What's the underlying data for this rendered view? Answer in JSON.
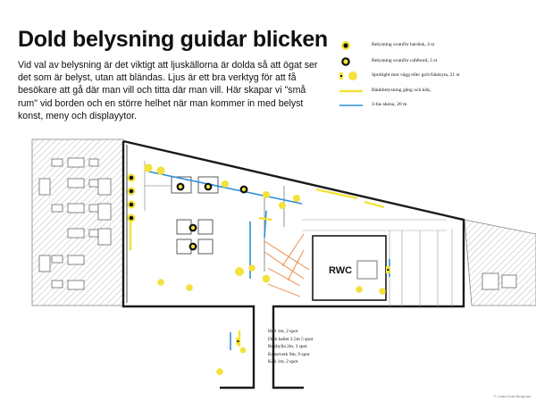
{
  "heading": {
    "title": "Dold belysning guidar blicken",
    "intro": "Vid val av belysning är det viktigt att ljuskällorna är dolda så att ögat ser det som är belyst, utan att bländas. Ljus är ett bra verktyg för att få besökare att gå där man vill och titta där man vill. Här skapar vi \"små rum\" vid borden och en större helhet när man kommer in med belyst konst, meny och displayytor."
  },
  "legend": {
    "items": [
      {
        "label": "Belysning ovanför bardisk, 4 st",
        "icon": "pendant-dark-dot"
      },
      {
        "label": "Belysning ovanför cafébord, 5 st",
        "icon": "pendant-yellow-ring"
      },
      {
        "label": "Spotlight mot vägg eller golv/bänkyta, 21 st",
        "icon": "spotlight-wedge"
      },
      {
        "label": "Bänkbelysning gång och kök,",
        "icon": "yellow-line"
      },
      {
        "label": "3-fas skena, 20 m",
        "icon": "blue-track"
      }
    ]
  },
  "plan": {
    "room_label": "RWC"
  },
  "summary": {
    "lines": [
      "Hall 1m, 2 spot",
      "Disk hallet 2,5m 5 spot",
      "Bokhylla 2m, 3 spot",
      "Konstverk 9m, 9 spot",
      "Kök 1m, 2 spot"
    ]
  },
  "credit": "© Linda Holst Bergman",
  "colors": {
    "yellow": "#f2e23a",
    "track": "#2f8fd6",
    "wall": "#1a1a1a",
    "hatch": "#8a8a8a",
    "orange": "#e9843c"
  }
}
